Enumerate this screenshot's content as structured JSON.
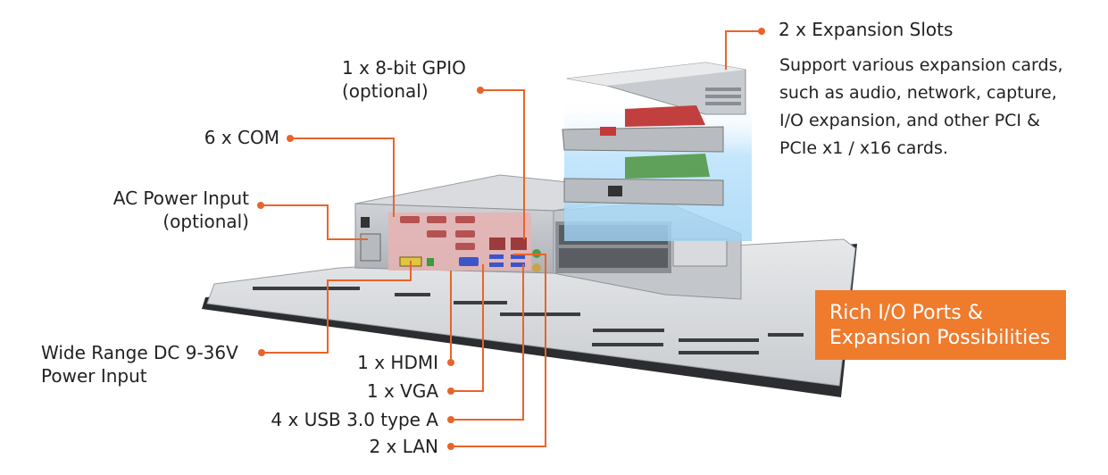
{
  "accent_color": "#e8642a",
  "labels": {
    "expansion_title": "2 x Expansion Slots",
    "expansion_desc": [
      "Support various expansion cards,",
      "such as audio, network, capture,",
      "I/O expansion, and other PCI &",
      "PCIe x1 / x16 cards."
    ],
    "gpio": [
      "1 x 8-bit GPIO",
      "(optional)"
    ],
    "com": "6 x COM",
    "ac_power": [
      "AC Power Input",
      "(optional)"
    ],
    "dc_power": [
      "Wide Range DC 9-36V",
      "Power Input"
    ],
    "hdmi": "1 x HDMI",
    "vga": "1 x VGA",
    "usb": "4 x USB 3.0 type A",
    "lan": "2 x LAN"
  },
  "badge": [
    "Rich I/O Ports &",
    "Expansion Possibilities"
  ]
}
